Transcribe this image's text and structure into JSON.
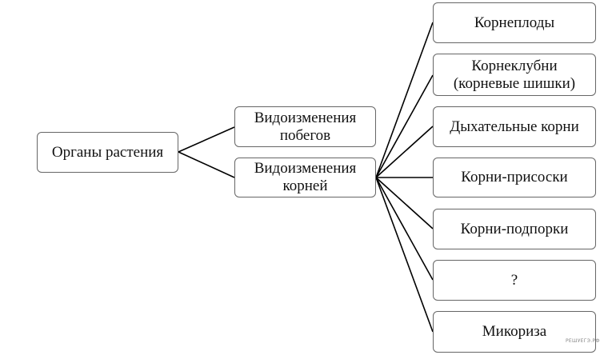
{
  "root": {
    "label": "Органы растения"
  },
  "middle": [
    {
      "line1": "Видоизменения",
      "line2": "побегов"
    },
    {
      "line1": "Видоизменения",
      "line2": "корней"
    }
  ],
  "leaves": [
    {
      "line1": "Корнеплоды",
      "line2": ""
    },
    {
      "line1": "Корнеклубни",
      "line2": "(корневые шишки)"
    },
    {
      "line1": "Дыхательные корни",
      "line2": ""
    },
    {
      "line1": "Корни-присоски",
      "line2": ""
    },
    {
      "line1": "Корни-подпорки",
      "line2": ""
    },
    {
      "line1": "?",
      "line2": ""
    },
    {
      "line1": "Микориза",
      "line2": ""
    }
  ],
  "watermark": "РЕШУЕГЭ.РФ"
}
